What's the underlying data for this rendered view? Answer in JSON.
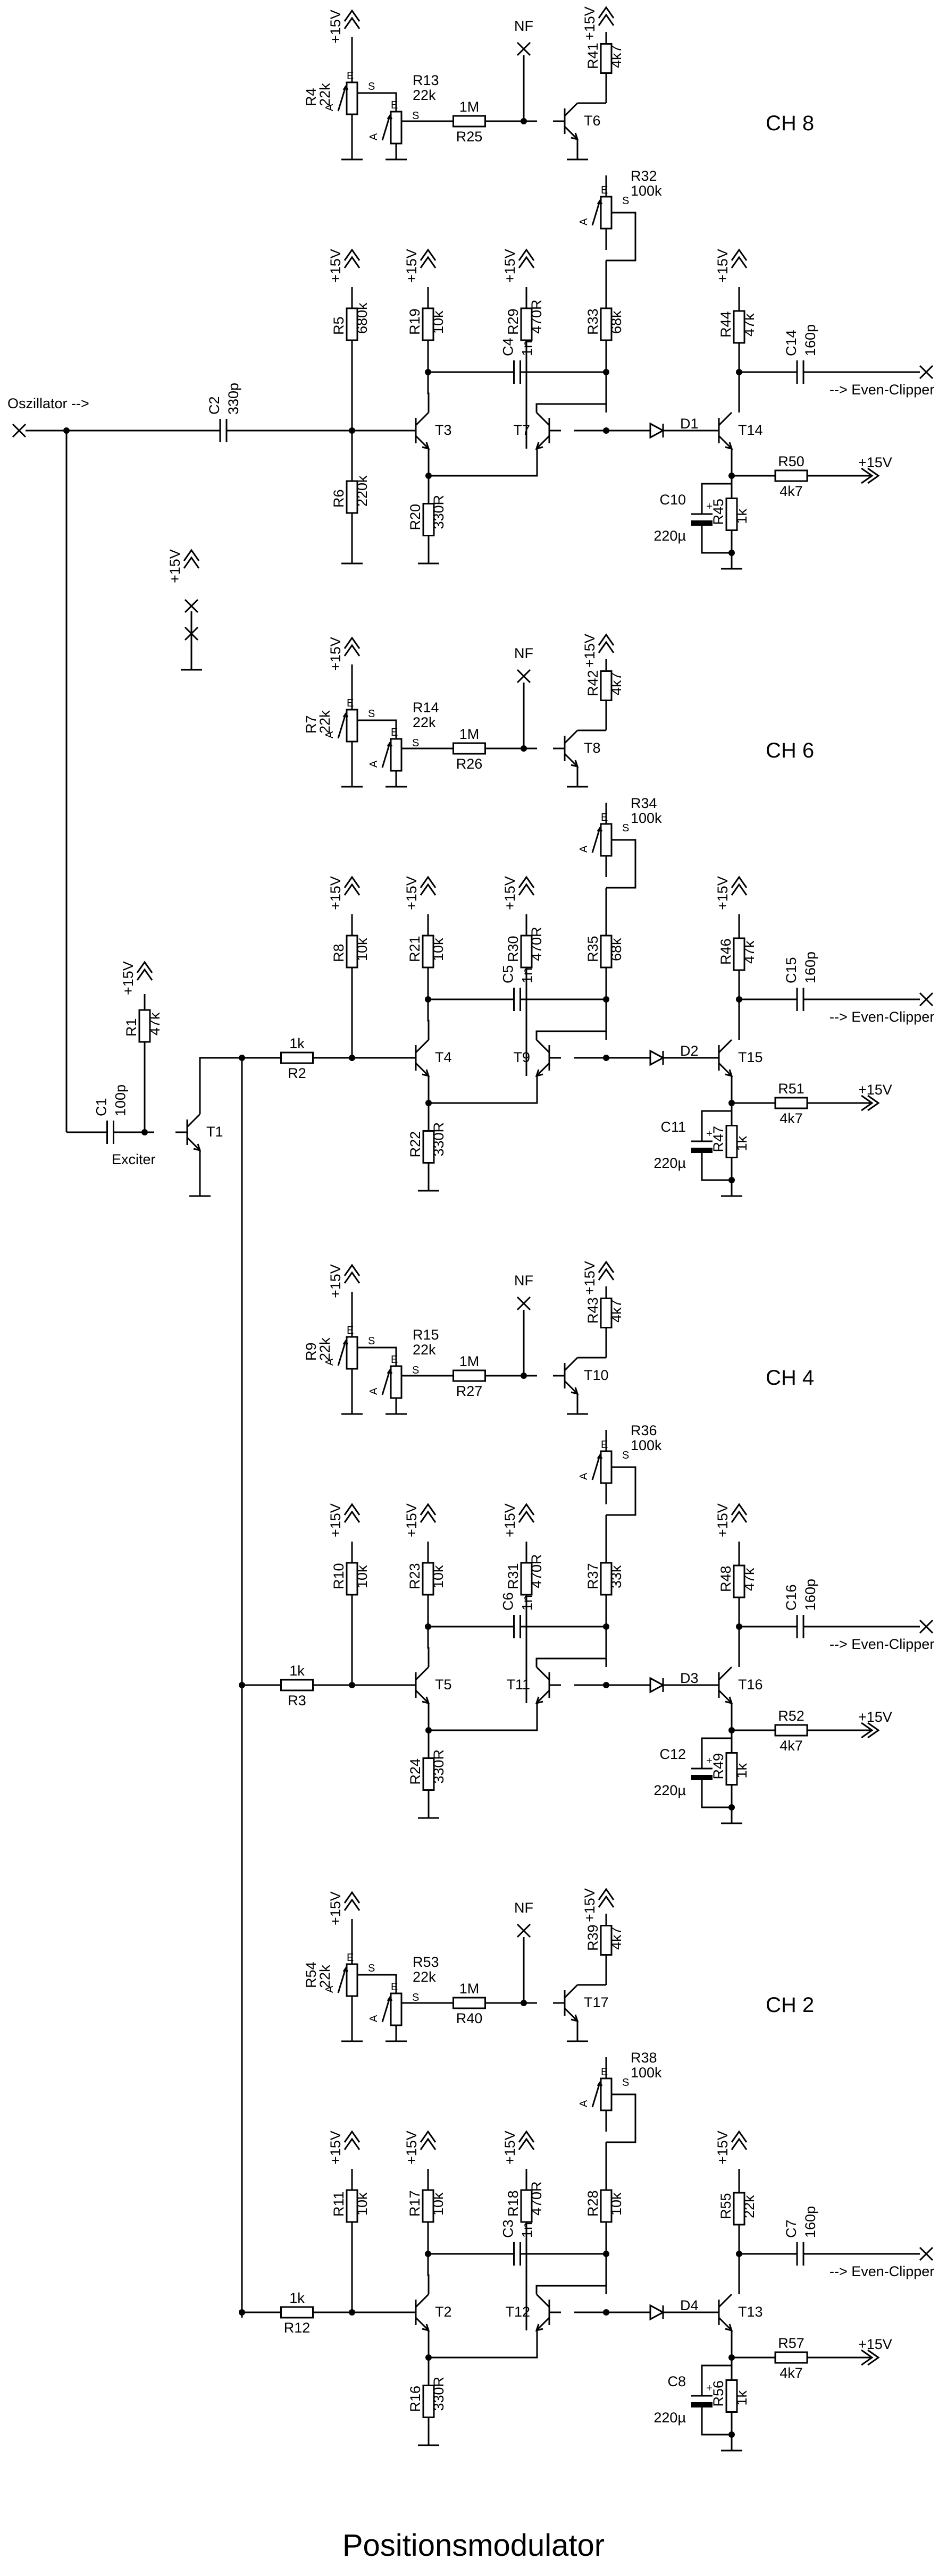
{
  "title": "Positionsmodulator",
  "inputs": {
    "oszillator": "Oszillator -->",
    "exciter": "Exciter",
    "nf": "NF",
    "even_clipper": "--> Even-Clipper"
  },
  "supply": "+15V",
  "channels": [
    {
      "label": "CH 8",
      "trim1": [
        "R4",
        "22k"
      ],
      "trim2": [
        "R13",
        "22k"
      ],
      "r1m": [
        "R25",
        "1M"
      ],
      "nf_tr": "T6",
      "r_nf": [
        "R41",
        "4k7"
      ],
      "trim_b": [
        "R32",
        "100k"
      ],
      "rbias_top": [
        "R5",
        "680k"
      ],
      "rbias_bot": [
        "R6",
        "220k"
      ],
      "rc1": [
        "R19",
        "10k"
      ],
      "rc2": [
        "R29",
        "470R"
      ],
      "rc3": [
        "R33",
        "68k"
      ],
      "re": [
        "R20",
        "330R"
      ],
      "cap_c": [
        "C4",
        "1n"
      ],
      "ta": "T3",
      "tb": "T7",
      "diode": "D1",
      "tout": "T14",
      "r_out": [
        "R44",
        "47k"
      ],
      "cap_out": [
        "C14",
        "160p"
      ],
      "r_fb": [
        "R50",
        "4k7"
      ],
      "cap_el": [
        "C10",
        "220µ"
      ],
      "r_gnd": [
        "R45",
        "1k"
      ],
      "cap_in": [
        "C2",
        "330p"
      ],
      "r_in": null
    },
    {
      "label": "CH 6",
      "trim1": [
        "R7",
        "22k"
      ],
      "trim2": [
        "R14",
        "22k"
      ],
      "r1m": [
        "R26",
        "1M"
      ],
      "nf_tr": "T8",
      "r_nf": [
        "R42",
        "4k7"
      ],
      "trim_b": [
        "R34",
        "100k"
      ],
      "rbias_top": [
        "R8",
        "10k"
      ],
      "rbias_bot": null,
      "rc1": [
        "R21",
        "10k"
      ],
      "rc2": [
        "R30",
        "470R"
      ],
      "rc3": [
        "R35",
        "68k"
      ],
      "re": [
        "R22",
        "330R"
      ],
      "cap_c": [
        "C5",
        "1n"
      ],
      "ta": "T4",
      "tb": "T9",
      "diode": "D2",
      "tout": "T15",
      "r_out": [
        "R46",
        "47k"
      ],
      "cap_out": [
        "C15",
        "160p"
      ],
      "r_fb": [
        "R51",
        "4k7"
      ],
      "cap_el": [
        "C11",
        "220µ"
      ],
      "r_gnd": [
        "R47",
        "1k"
      ],
      "cap_in": null,
      "r_in": [
        "R2",
        "1k"
      ]
    },
    {
      "label": "CH 4",
      "trim1": [
        "R9",
        "22k"
      ],
      "trim2": [
        "R15",
        "22k"
      ],
      "r1m": [
        "R27",
        "1M"
      ],
      "nf_tr": "T10",
      "r_nf": [
        "R43",
        "4k7"
      ],
      "trim_b": [
        "R36",
        "100k"
      ],
      "rbias_top": [
        "R10",
        "10k"
      ],
      "rbias_bot": null,
      "rc1": [
        "R23",
        "10k"
      ],
      "rc2": [
        "R31",
        "470R"
      ],
      "rc3": [
        "R37",
        "33k"
      ],
      "re": [
        "R24",
        "330R"
      ],
      "cap_c": [
        "C6",
        "1n"
      ],
      "ta": "T5",
      "tb": "T11",
      "diode": "D3",
      "tout": "T16",
      "r_out": [
        "R48",
        "47k"
      ],
      "cap_out": [
        "C16",
        "160p"
      ],
      "r_fb": [
        "R52",
        "4k7"
      ],
      "cap_el": [
        "C12",
        "220µ"
      ],
      "r_gnd": [
        "R49",
        "1k"
      ],
      "cap_in": null,
      "r_in": [
        "R3",
        "1k"
      ]
    },
    {
      "label": "CH 2",
      "trim1": [
        "R54",
        "22k"
      ],
      "trim2": [
        "R53",
        "22k"
      ],
      "r1m": [
        "R40",
        "1M"
      ],
      "nf_tr": "T17",
      "r_nf": [
        "R39",
        "4k7"
      ],
      "trim_b": [
        "R38",
        "100k"
      ],
      "rbias_top": [
        "R11",
        "10k"
      ],
      "rbias_bot": null,
      "rc1": [
        "R17",
        "10k"
      ],
      "rc2": [
        "R18",
        "470R"
      ],
      "rc3": [
        "R28",
        "10k"
      ],
      "re": [
        "R16",
        "330R"
      ],
      "cap_c": [
        "C3",
        "1n"
      ],
      "ta": "T2",
      "tb": "T12",
      "diode": "D4",
      "tout": "T13",
      "r_out": [
        "R55",
        "22k"
      ],
      "cap_out": [
        "C7",
        "160p"
      ],
      "r_fb": [
        "R57",
        "4k7"
      ],
      "cap_el": [
        "C8",
        "220µ"
      ],
      "r_gnd": [
        "R56",
        "1k"
      ],
      "cap_in": null,
      "r_in": [
        "R12",
        "1k"
      ]
    }
  ],
  "exciter_stage": {
    "r1": [
      "R1",
      "47k"
    ],
    "c1": [
      "C1",
      "100p"
    ],
    "t1": "T1"
  },
  "pins": {
    "s": "S",
    "e": "E",
    "a": "A"
  }
}
